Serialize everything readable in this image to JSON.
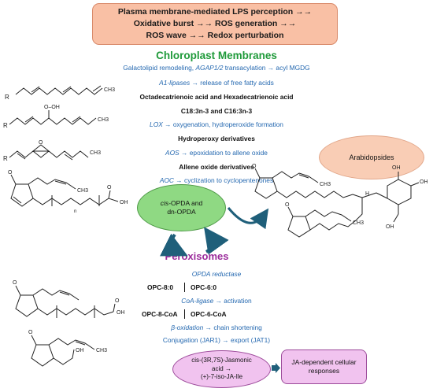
{
  "banner": {
    "line1": "Plasma membrane-mediated LPS perception →→",
    "line2": "Oxidative burst →→ ROS generation →→",
    "line3": "ROS wave →→ Redox perturbation"
  },
  "chloroplast": {
    "heading": "Chloroplast Membranes",
    "galacto_pre": "Galactolipid remodeling, ",
    "galacto_gene": "AGAP1/2",
    "galacto_post": " transacylation → acyl MGDG",
    "a1_enzyme": "A1-lipases",
    "a1_text": " → release of free fatty acids",
    "fatty_acids": "Octadecatrienoic acid and Hexadecatrienoic acid",
    "fatty_codes": "C18:3n-3 and C16:3n-3",
    "lox_enzyme": "LOX",
    "lox_text": " → oxygenation, hydroperoxide formation",
    "hydroperoxy": "Hydroperoxy derivatives",
    "aos_enzyme": "AOS",
    "aos_text": " → epoxidation to allene oxide",
    "allene": "Allene oxide derivatives",
    "aoc_enzyme": "AOC",
    "aoc_text": " → cyclization to cyclopentenones"
  },
  "opda_node": {
    "line1_it": "cis",
    "line1_rest": "-OPDA and",
    "line2": "dn-OPDA"
  },
  "arabidopsides_label": "Arabidopsides",
  "peroxisomes": {
    "heading": "Peroxisomes",
    "opda_reductase": "OPDA reductase",
    "opc8": "OPC-8:0",
    "opc6": "OPC-6:0",
    "coa_enzyme": "CoA-ligase",
    "coa_text": " → activation",
    "opc8coa": "OPC-8-CoA",
    "opc6coa": "OPC-6-CoA",
    "beta_enzyme": "β-oxidation",
    "beta_text": " → chain shortening",
    "conjugation": "Conjugation (JAR1) → export (JAT1)"
  },
  "ja_node": {
    "line1": "cis-(3R,7S)-Jasmonic",
    "line2": "acid    →",
    "line3": "(+)-7-iso-JA-Ile"
  },
  "response_label": "JA-dependent cellular responses",
  "structures": {
    "r_label": "R",
    "ooh": "O–OH",
    "o": "O",
    "ch3": "CH3",
    "oh": "OH",
    "n_sub": "n",
    "sugar_oh": "OH",
    "h": "H"
  },
  "colors": {
    "enzyme_blue": "#2468b0",
    "chloroplast_green": "#1f9a3a",
    "peroxisome_purple": "#9b2b9b"
  }
}
